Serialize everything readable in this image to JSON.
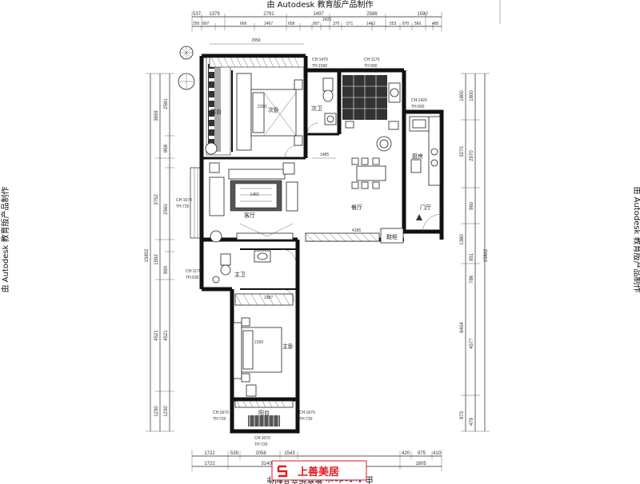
{
  "watermark": {
    "top": "由 Autodesk 教育版产品制作",
    "bottom": "由 Autodesk 教育版产品制作",
    "left": "由 Autodesk 教育版产品制作",
    "right": "由 Autodesk 教育版产品制作"
  },
  "logo": {
    "text": "上善美居",
    "color": "#e5161c"
  },
  "rooms": {
    "balcony_north": "露台",
    "bedroom2": "次卧",
    "bath2": "次卫",
    "kitchen": "厨房",
    "living": "客厅",
    "dining": "餐厅",
    "entry": "门厅",
    "shoe_cabinet": "鞋柜",
    "bath_main": "主卫",
    "bedroom_main": "主卧",
    "balcony_south": "阳台"
  },
  "window_tags": {
    "w1": [
      "CH:1470",
      "TH:1500"
    ],
    "w2": [
      "CH:1170",
      "TH:900"
    ],
    "w3": [
      "CH:1420",
      "TH:900"
    ],
    "w4": [
      "CH:1670",
      "TH:720"
    ],
    "w5": [
      "CH:1170",
      "TH:930"
    ],
    "w6": [
      "CH:1670",
      "TH:720"
    ],
    "w7": [
      "CH:1670",
      "TH:720"
    ],
    "w8": [
      "CH:1670",
      "TH:720"
    ]
  },
  "dims": {
    "top_row1": [
      "537",
      "1379",
      "2791",
      "1497",
      "2586",
      "1590"
    ],
    "top_row2": [
      "250",
      "807",
      "666",
      "1467",
      "658",
      "907",
      "370",
      "571",
      "1462",
      "553",
      "870",
      "560",
      "480"
    ],
    "top_misc": [
      "2425"
    ],
    "bottom_row1": [
      "1722",
      "539",
      "2058",
      "1543",
      "420",
      "975",
      "410"
    ],
    "bottom_row2": [
      "1722",
      "3140",
      "1805"
    ],
    "left_outer": [
      "3659",
      "3752",
      "1592",
      "4521",
      "1230"
    ],
    "left_inner": [
      "2581",
      "868",
      "2560",
      "890",
      "4521",
      "1230"
    ],
    "right_outer": [
      "1800",
      "3270",
      "1380",
      "6404",
      "873"
    ],
    "right_inner": [
      "1800",
      "2970",
      "960",
      "951",
      "786",
      "4577",
      "479"
    ],
    "total_left": "15802",
    "total_right": "15802",
    "interior": {
      "bed2_width": "2150",
      "balcony_width": "2959",
      "living_dim": "1483",
      "counter": "4185",
      "bed_main_width": "2150",
      "bed_main_top": "1987"
    }
  }
}
